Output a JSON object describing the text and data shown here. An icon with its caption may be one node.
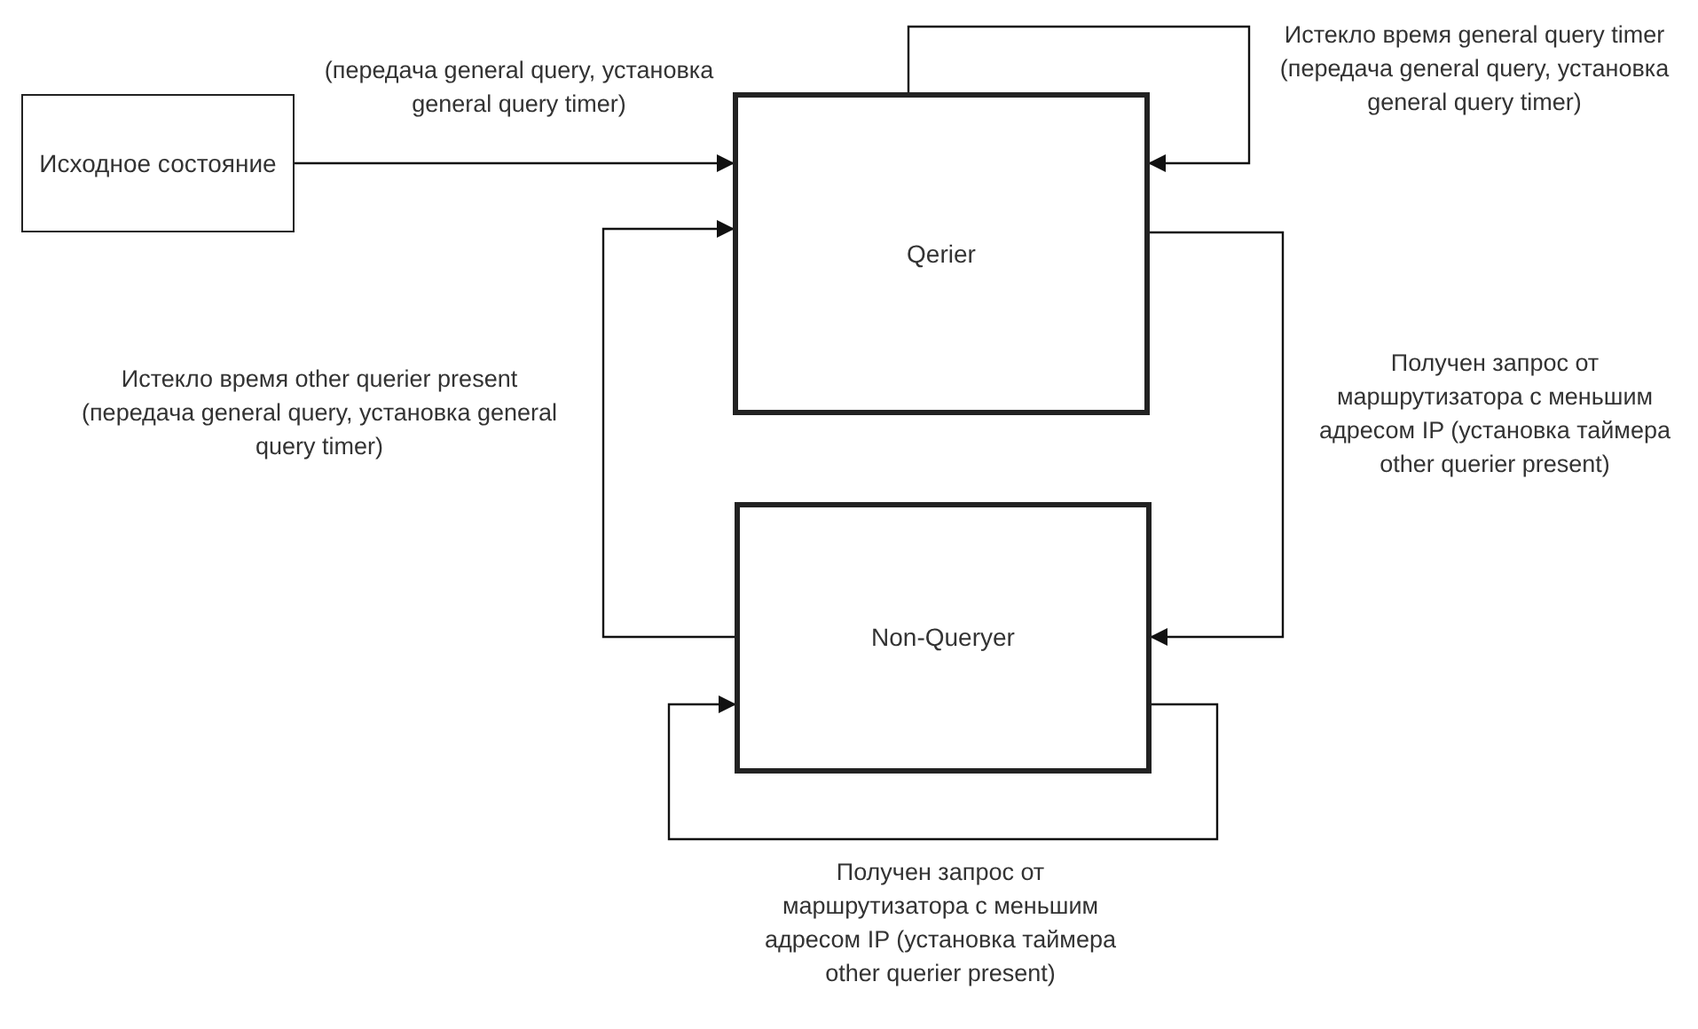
{
  "diagram": {
    "nodes": [
      {
        "text": [
          "Исходное состояние"
        ]
      },
      {
        "text": [
          "Qerier"
        ]
      },
      {
        "text": [
          "Non-Queryer"
        ]
      }
    ],
    "edges": [
      {
        "from": 0,
        "to": 1,
        "arrow": "to",
        "label": "(передача general query, установка general query timer)"
      },
      {
        "from": 1,
        "to": 1,
        "arrow": "to",
        "label": "Истекло время general query timer (передача general query, установка general query timer)"
      },
      {
        "from": 2,
        "to": 1,
        "arrow": "to",
        "label": "Истекло время other querier present (передача general query, установка general query timer)"
      },
      {
        "from": 1,
        "to": 2,
        "arrow": "to",
        "label": "Получен запрос от маршрутизатора с меньшим адресом IP (установка таймера other querier present)"
      },
      {
        "from": 2,
        "to": 2,
        "arrow": "to",
        "label": "Получен запрос от маршрутизатора с меньшим адресом IP (установка таймера other querier present)"
      }
    ]
  }
}
